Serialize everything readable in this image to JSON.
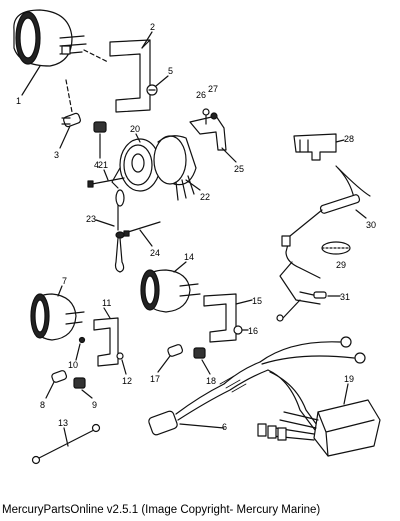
{
  "caption": "MercuryPartsOnline v2.5.1 (Image Copyright- Mercury Marine)",
  "callouts": [
    "1",
    "2",
    "3",
    "4",
    "5",
    "6",
    "7",
    "8",
    "9",
    "10",
    "11",
    "12",
    "13",
    "14",
    "15",
    "16",
    "17",
    "18",
    "19",
    "20",
    "21",
    "22",
    "23",
    "24",
    "25",
    "26",
    "27",
    "28",
    "29",
    "30",
    "31"
  ]
}
